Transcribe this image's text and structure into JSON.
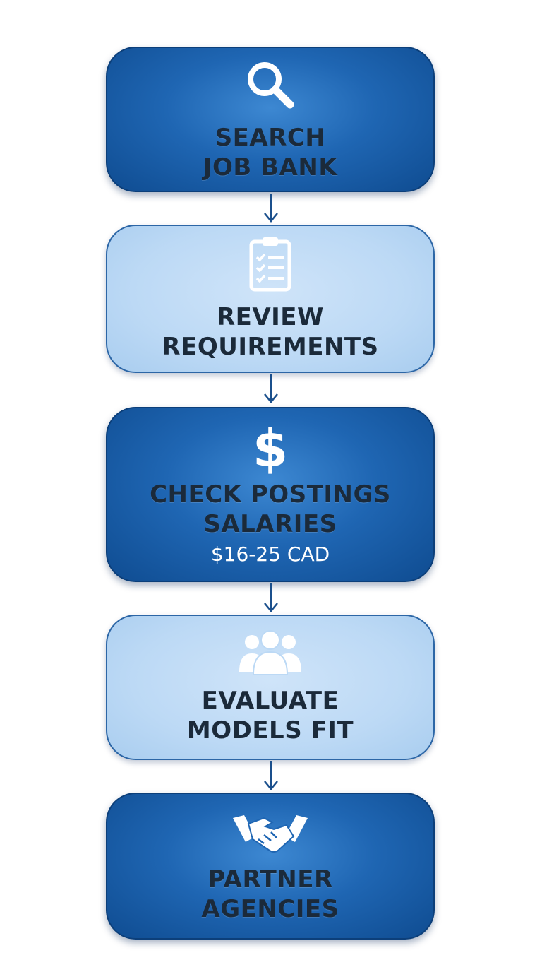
{
  "steps": [
    {
      "line1": "SEARCH",
      "line2": "JOB BANK",
      "icon": "search-icon",
      "style": "dark"
    },
    {
      "line1": "REVIEW",
      "line2": "REQUIREMENTS",
      "icon": "clipboard-checklist-icon",
      "style": "light"
    },
    {
      "line1": "CHECK POSTINGS",
      "line2": "SALARIES",
      "sub": "$16-25 CAD",
      "icon": "dollar-icon",
      "style": "dark"
    },
    {
      "line1": "EVALUATE",
      "line2": "MODELS FIT",
      "icon": "people-group-icon",
      "style": "light"
    },
    {
      "line1": "PARTNER",
      "line2": "AGENCIES",
      "icon": "handshake-icon",
      "style": "dark"
    }
  ],
  "colors": {
    "dark_box": "#1f66b3",
    "light_box": "#bcd9f5",
    "text": "#1b2a3a",
    "arrow": "#1a4f8c"
  }
}
